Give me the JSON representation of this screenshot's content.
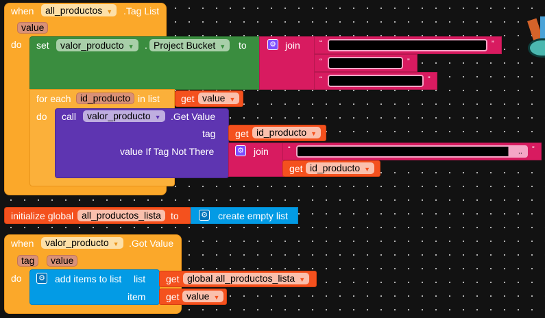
{
  "event1": {
    "when": "when",
    "component": "all_productos",
    "event": ".Tag List",
    "param": "value",
    "do": "do",
    "set": {
      "label": "set",
      "component": "valor_producto",
      "dot": ".",
      "property": "Project Bucket",
      "to": "to",
      "join": {
        "label": "join",
        "strings": [
          "",
          "",
          ""
        ]
      }
    },
    "for_each": {
      "label": "for each",
      "var": "id_producto",
      "in_list": "in list",
      "get": "get",
      "get_var": "value",
      "do": "do",
      "call": {
        "label": "call",
        "component": "valor_producto",
        "method": ".Get Value",
        "tag_label": "tag",
        "get": "get",
        "tag_var": "id_producto",
        "default_label": "value If Tag Not There",
        "join": "join",
        "string": "..",
        "get2": "get",
        "get2_var": "id_producto"
      }
    }
  },
  "init": {
    "label": "initialize global",
    "name": "all_productos_lista",
    "to": "to",
    "create": "create empty list"
  },
  "event2": {
    "when": "when",
    "component": "valor_producto",
    "event": ".Got Value",
    "params": [
      "tag",
      "value"
    ],
    "do": "do",
    "add": {
      "label": "add items to list",
      "list_label": "list",
      "item_label": "item",
      "get": "get",
      "list_var": "global all_productos_lista",
      "item_var": "value"
    }
  },
  "dropdown_arrow": "▼",
  "colors": {
    "event": "#fba82a",
    "set": "#3a8d3f",
    "text": "#d81b60",
    "call": "#5e35b1",
    "get": "#f4511e",
    "list": "#039be5"
  }
}
